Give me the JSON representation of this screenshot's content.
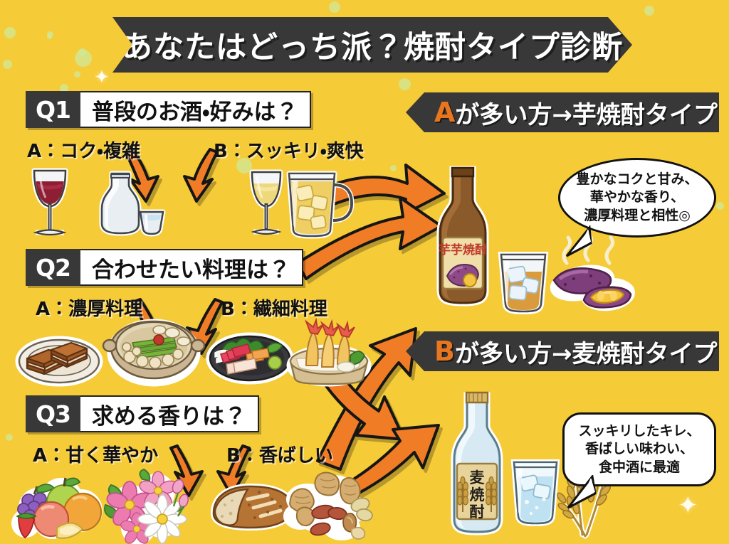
{
  "theme": {
    "background": "#F6CB38",
    "banner_dark": "#383838",
    "accent_orange": "#E8761E",
    "arrow_orange": "#F07B28",
    "text_dark": "#111111",
    "panel_white": "#FFFFFF",
    "dot_green": "#CFE89A"
  },
  "header": {
    "title": "あなたはどっち派？焼酎タイプ診断"
  },
  "questions": [
    {
      "tag": "Q1",
      "text": "普段のお酒・好みは？",
      "option_a": "A：コク・複雑",
      "option_b": "B：スッキリ・爽快",
      "art_a": [
        "red-wine-glass",
        "sake-tokkuri-and-cup"
      ],
      "art_b": [
        "white-wine-glass",
        "highball-mug-with-ice"
      ]
    },
    {
      "tag": "Q2",
      "text": "合わせたい料理は？",
      "option_a": "A：濃厚料理",
      "option_b": "B：繊細料理",
      "art_a": [
        "braised-pork-belly-plate",
        "hot-pot-nabe"
      ],
      "art_b": [
        "sashimi-platter",
        "shrimp-tempura-basket"
      ]
    },
    {
      "tag": "Q3",
      "text": "求める香りは？",
      "option_a": "A：甘く華やか",
      "option_b": "B：香ばしい",
      "art_a": [
        "mixed-fruits",
        "flower-bouquet"
      ],
      "art_b": [
        "bread-loaf",
        "assorted-nuts"
      ]
    }
  ],
  "results": [
    {
      "letter": "A",
      "rest": "が多い方→芋焼酎タイプ",
      "bottle_label": "芋芋焼酎",
      "bubble_lines": [
        "豊かなコクと甘み、",
        "華やかな香り、",
        "濃厚料理と相性◎"
      ],
      "art": [
        "imo-shochu-bottle",
        "rocks-glass-amber",
        "roasted-sweet-potato"
      ]
    },
    {
      "letter": "B",
      "rest": "が多い方→麦焼酎タイプ",
      "bottle_label": "麦焼酎",
      "bubble_lines": [
        "スッキリしたキレ、",
        "香ばしい味わい、",
        "食中酒に最適"
      ],
      "art": [
        "mugi-shochu-bottle",
        "clear-glass-water-ice",
        "wheat-stalks"
      ]
    }
  ]
}
